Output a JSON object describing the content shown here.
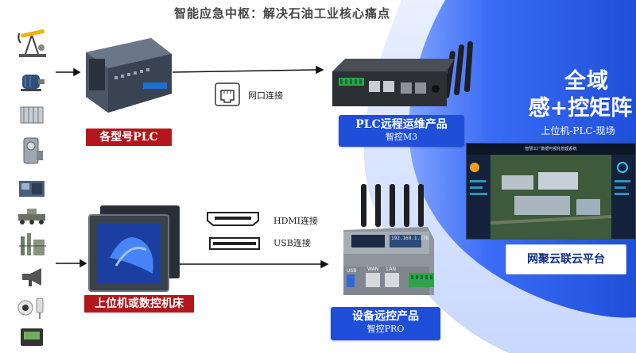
{
  "title": "智能应急中枢：解决石油工业核心痛点",
  "left_devices": [
    {
      "icon": "oil-pumpjack-icon"
    },
    {
      "icon": "motor-icon"
    },
    {
      "icon": "filter-unit-icon"
    },
    {
      "icon": "compressor-icon"
    },
    {
      "icon": "machine-cabinet-icon"
    },
    {
      "icon": "conveyor-icon"
    },
    {
      "icon": "refinery-icon"
    },
    {
      "icon": "horn-speaker-icon"
    },
    {
      "icon": "camera-icon"
    },
    {
      "icon": "meter-icon"
    }
  ],
  "plc": {
    "label": "各型号PLC"
  },
  "hmi": {
    "label": "上位机或数控机床"
  },
  "network": {
    "label": "网口连接"
  },
  "hdmi": {
    "label": "HDMI连接"
  },
  "usb": {
    "label": "USB连接"
  },
  "m3": {
    "label": "PLC远程运维产品",
    "sub": "智控M3"
  },
  "pro": {
    "label": "设备远控产品",
    "sub": "智控PRO",
    "screen_text": "192.168.1.178",
    "port_labels": [
      "USB",
      "WAN",
      "LAN"
    ]
  },
  "right": {
    "big_title_1": "全域",
    "big_title_2": "感+控矩阵",
    "subtitle": "上位机-PLC-现场",
    "dashboard_title": "智慧工厂数据可视化管理系统"
  },
  "cloud": {
    "label": "网聚云联云平台"
  },
  "colors": {
    "red": "#b3171c",
    "blue": "#1f4fd8",
    "swoosh": "#2a5cf0"
  }
}
